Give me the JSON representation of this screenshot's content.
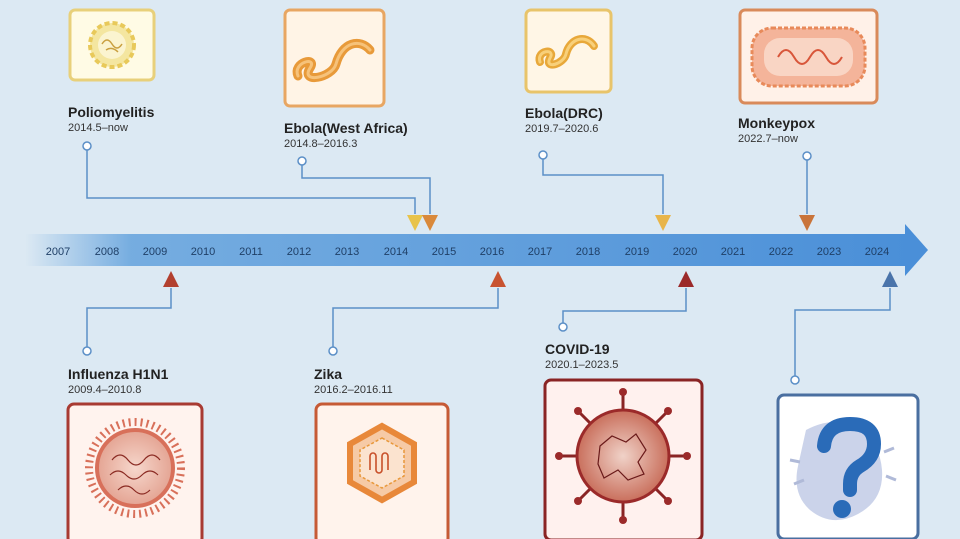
{
  "timeline": {
    "years": [
      "2007",
      "2008",
      "2009",
      "2010",
      "2011",
      "2012",
      "2013",
      "2014",
      "2015",
      "2016",
      "2017",
      "2018",
      "2019",
      "2020",
      "2021",
      "2022",
      "2023",
      "2024"
    ]
  },
  "events": [
    {
      "id": "polio",
      "name": "Poliomyelitis",
      "dates": "2014.5–now",
      "color": "#e8c34a"
    },
    {
      "id": "ebola-wa",
      "name": "Ebola(West Africa)",
      "dates": "2014.8–2016.3",
      "color": "#d9893b"
    },
    {
      "id": "ebola-drc",
      "name": "Ebola(DRC)",
      "dates": "2019.7–2020.6",
      "color": "#e8b54a"
    },
    {
      "id": "mpox",
      "name": "Monkeypox",
      "dates": "2022.7–now",
      "color": "#c9743a"
    },
    {
      "id": "h1n1",
      "name": "Influenza H1N1",
      "dates": "2009.4–2010.8",
      "color": "#b2402f"
    },
    {
      "id": "zika",
      "name": "Zika",
      "dates": "2016.2–2016.11",
      "color": "#c85330"
    },
    {
      "id": "covid",
      "name": "COVID-19",
      "dates": "2020.1–2023.5",
      "color": "#9b2a2a"
    },
    {
      "id": "unknown",
      "name": "",
      "dates": "",
      "color": "#4a74aa"
    }
  ],
  "icons": {
    "polio": "polio-virus-icon",
    "ebola": "ebola-virus-icon",
    "mpox": "monkeypox-virus-icon",
    "h1n1": "influenza-virus-icon",
    "zika": "zika-virus-icon",
    "covid": "coronavirus-icon",
    "unknown": "question-mark-icon"
  }
}
